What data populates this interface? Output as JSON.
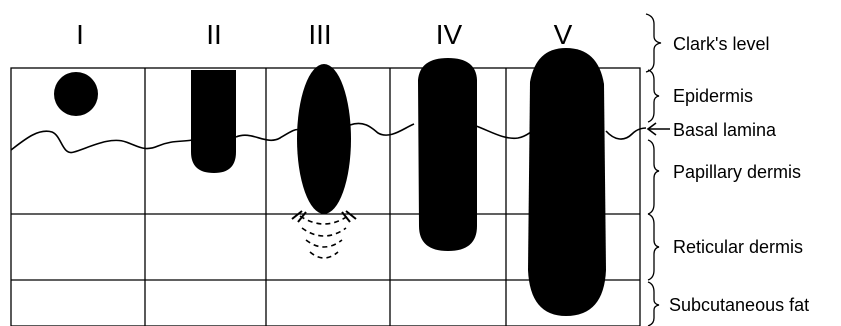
{
  "levels": {
    "heading": "Clark's level",
    "numerals": [
      "I",
      "II",
      "III",
      "IV",
      "V"
    ]
  },
  "layers": {
    "epidermis": "Epidermis",
    "basal_lamina": "Basal lamina",
    "papillary_dermis": "Papillary dermis",
    "reticular_dermis": "Reticular dermis",
    "subcutaneous_fat": "Subcutaneous fat"
  },
  "colors": {
    "ink": "#000000",
    "background": "#ffffff"
  }
}
